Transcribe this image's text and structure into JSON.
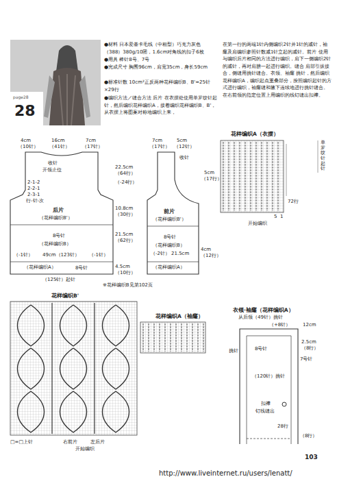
{
  "diagram": {
    "nodes": [
      {
        "text": [
          "page28",
          "28"
        ]
      },
      {
        "text": [
          "后片",
          "（花样编织B'）",
          "8号针",
          "（花样编织B）",
          "（花样编织A）"
        ]
      },
      {
        "text": [
          "前片",
          "（花样编织B'）",
          "8号针",
          "（花样编织B）",
          "（花样编织A）"
        ]
      },
      {
        "text": [
          "花样编织A（衣摆）"
        ]
      },
      {
        "text": [
          "花样编织B'"
        ]
      },
      {
        "text": [
          "花样编织A（袖窿）"
        ]
      },
      {
        "text": [
          "衣领·袖窿（花样编织A）"
        ]
      }
    ],
    "labels": [
      "●材料 日本爱基卡毛线（中粗型）巧克力灰色（388）380g/10团，1.6cm对角线的扣子6枚",
      "●用具 棒针8号、7号",
      "●完成尺寸 胸围96cm，肩宽35cm，身长59cm",
      "●标准针数 10cm²正反两种花样编织B、B'=25针×29行",
      "●编织方法／缝合方法 后片 在衣摆处使用单罗纹针起针，然后编织花样编织A，接着编织花样编织B、B'，从衣摆上将图案对称地编织上来，",
      "在第一行的两端1针内侧编织2针并1针的减针，袖窿及肩编织参照针数减1针立起的减针。前片 使用与编织后片相同的方法进行编织，肩下一侧编织2针的减针，再对肩膀一起进行编织。缝合 肩部引拔接合，侧缝用挑针缝合。衣领、袖窿 挑针，然后编织花样编织A，编织起点重叠部分，按照编织起针的方式进行编织，袖窿缝和腋下连续地进行挑针缝合。在右前领的指定位置上用编织的线钉缝出扣襻。",
      "4cm",
      "16cm",
      "7cm",
      "（10针）",
      "（41针）",
      "（17针）",
      "收针",
      "开领止位",
      "2-1-2",
      "2-2-1",
      "2-3-1",
      "行-针-次",
      "22.5cm",
      "（64行）",
      "（-24行）",
      "10.8cm",
      "（30行）",
      "21.5cm",
      "（62行）",
      "4.5cm",
      "（10行）",
      "（-1针）",
      "49cm（123针）",
      "（-1针）",
      "8号针",
      "（125针）起针",
      "7cm",
      "5cm",
      "（17针）",
      "（12针）",
      "收针",
      "（-2针）",
      "21.5cm",
      "4cm",
      "（12行）",
      "5",
      "1",
      "开始编织",
      "5cm",
      "（17行）",
      "单罗纹针起针",
      "72行",
      "※花样编织B见第102页",
      "□=□上针",
      "右前片",
      "左后片",
      "开始编织",
      "从后领（49针）挑针",
      "（+8针）",
      "12cm",
      "2.5cm",
      "（8行）",
      "挑针",
      "8号针",
      "7号针",
      "（120针）挑针",
      "扣襻",
      "钉线缝出",
      "28行",
      "（8行）",
      "103",
      "http://www.liveinternet.ru/users/lenatt/"
    ]
  }
}
